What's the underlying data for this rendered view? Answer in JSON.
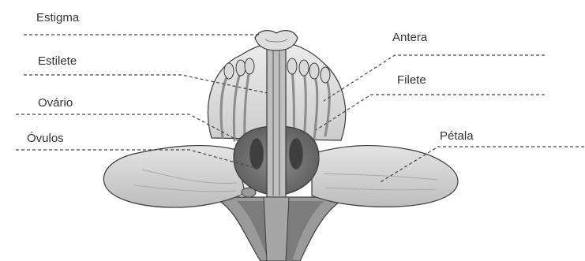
{
  "labels": {
    "estigma": "Estigma",
    "estilete": "Estilete",
    "ovario": "Ovário",
    "ovulos": "Óvulos",
    "antera": "Antera",
    "filete": "Filete",
    "petala": "Pétala"
  },
  "colors": {
    "text": "#333333",
    "leader_line": "#444444",
    "outline": "#3a3a3a",
    "petal_fill": "#cfcfcf",
    "petal_light": "#e2e2e2",
    "ovary_dark": "#6f6f6f"
  }
}
